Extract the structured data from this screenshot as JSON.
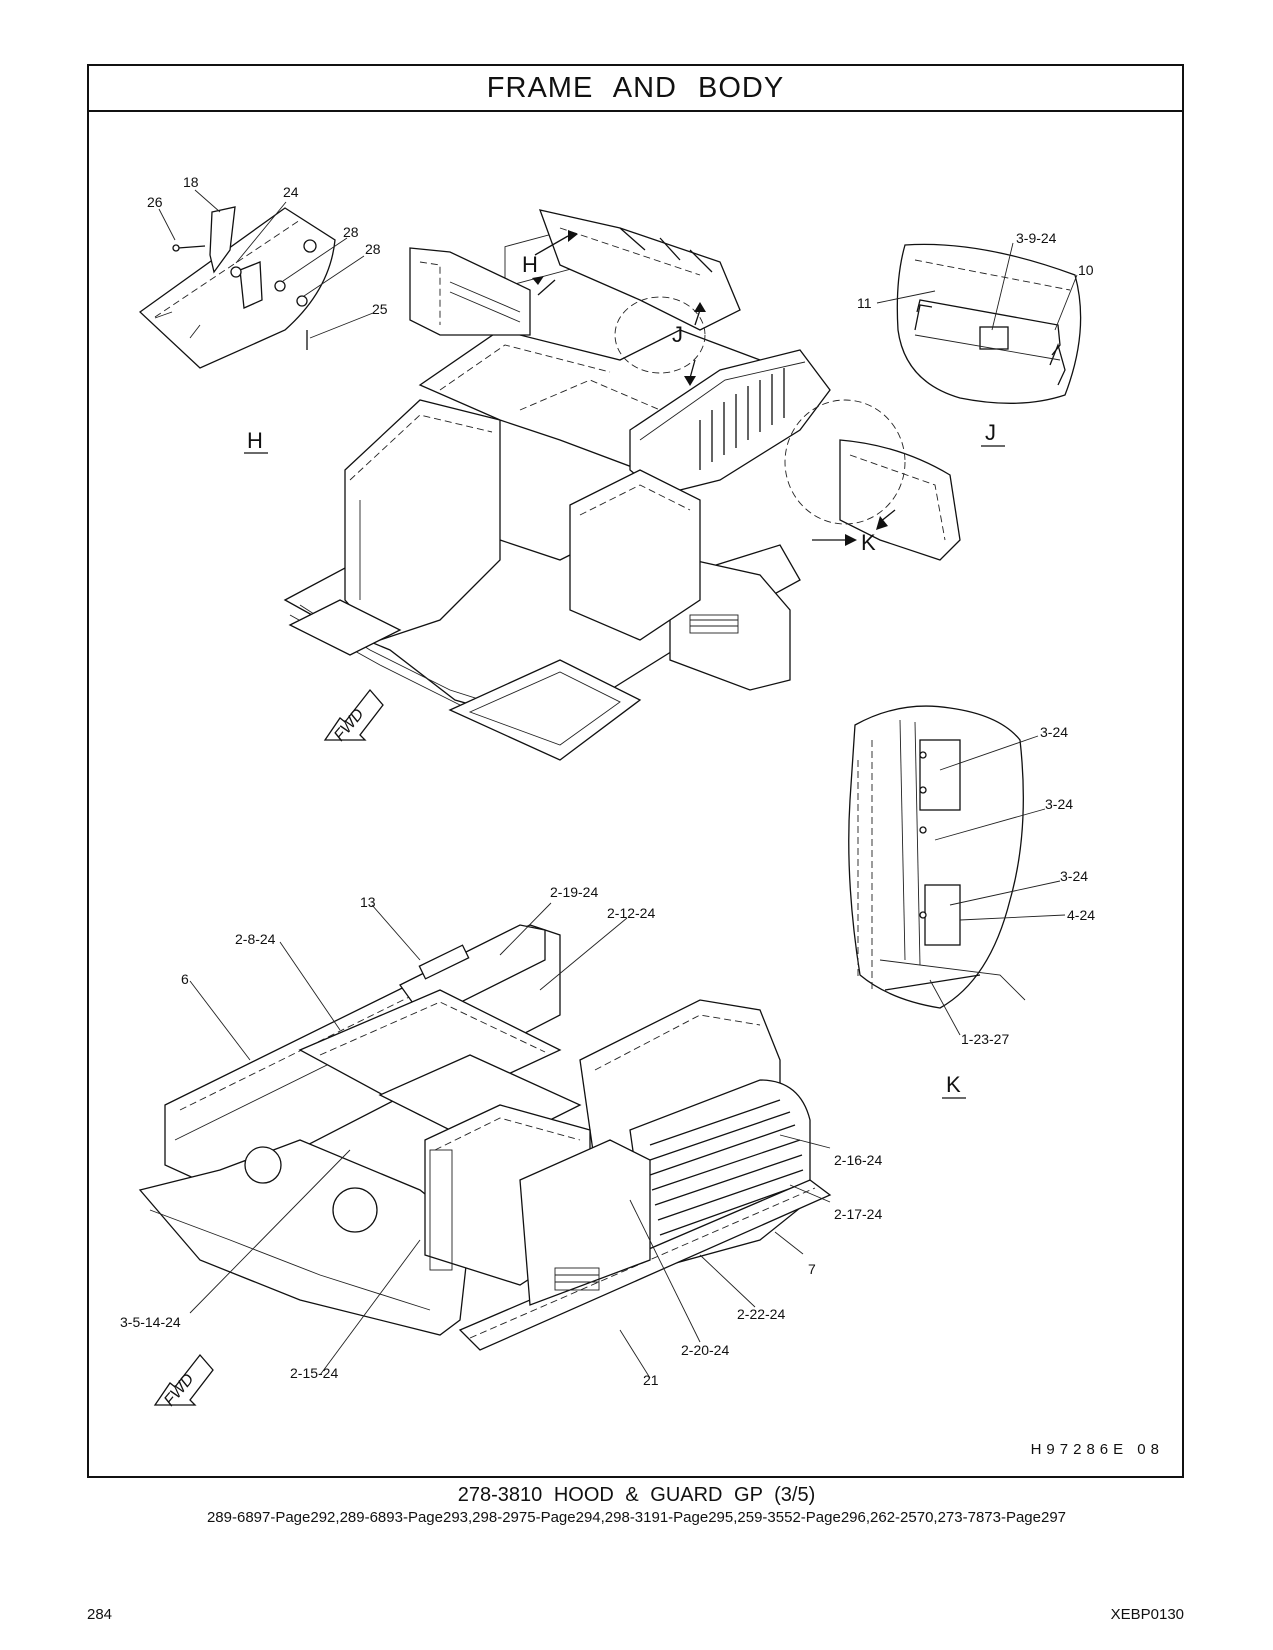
{
  "header": {
    "title": "FRAME   AND   BODY"
  },
  "drawing": {
    "code": "H97286E    08",
    "callouts": {
      "c18": "18",
      "c26": "26",
      "c24": "24",
      "c28a": "28",
      "c28b": "28",
      "c25": "25",
      "c3_9_24": "3-9-24",
      "c10": "10",
      "c11": "11",
      "c3_24a": "3-24",
      "c3_24b": "3-24",
      "c3_24c": "3-24",
      "c4_24": "4-24",
      "c1_23_27": "1-23-27",
      "c2_19_24": "2-19-24",
      "c13": "13",
      "c2_12_24": "2-12-24",
      "c2_8_24": "2-8-24",
      "c6": "6",
      "c2_16_24": "2-16-24",
      "c2_17_24": "2-17-24",
      "c7": "7",
      "c2_22_24": "2-22-24",
      "c3_5_14_24": "3-5-14-24",
      "c2_20_24": "2-20-24",
      "c2_15_24": "2-15-24",
      "c21": "21"
    },
    "view_labels": {
      "H": "H",
      "J": "J",
      "K": "K"
    },
    "arrow_labels": {
      "H": "H",
      "J": "J",
      "K": "K"
    },
    "fwd": "FWD"
  },
  "footer": {
    "group_title": "278-3810  HOOD & GUARD GP (3/5)",
    "references": "289-6897-Page292,289-6893-Page293,298-2975-Page294,298-3191-Page295,259-3552-Page296,262-2570,273-7873-Page297",
    "page_number": "284",
    "document_id": "XEBP0130"
  }
}
